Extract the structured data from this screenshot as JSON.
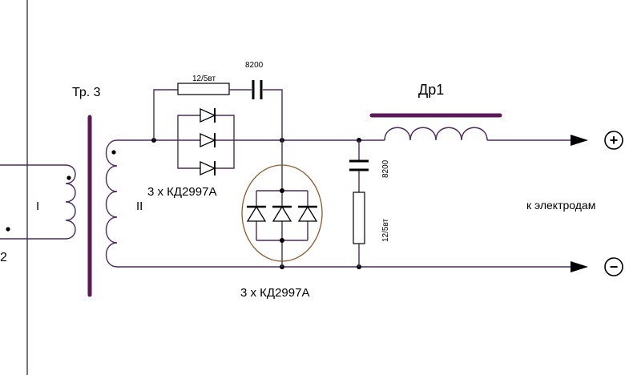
{
  "transformer": {
    "label": "Тр. 3",
    "primary_label": "I",
    "secondary_label": "II",
    "terminal_2": "2",
    "core_color": "#5a1a5a"
  },
  "rc_snubber": {
    "resistor_label": "12/5вт",
    "capacitor_label": "8200"
  },
  "diodes_top": {
    "label": "3 x КД2997А"
  },
  "diodes_bridge": {
    "label": "3 x КД2997А",
    "outline_color": "#8b5a2b"
  },
  "filter": {
    "capacitor_label": "8200",
    "resistor_label": "12/5вт"
  },
  "choke": {
    "label": "Др1",
    "core_color": "#5a1a5a"
  },
  "output": {
    "plus_symbol": "+",
    "minus_symbol": "−",
    "electrodes_label": "к электродам"
  },
  "colors": {
    "wire": "#4b2a5c"
  }
}
